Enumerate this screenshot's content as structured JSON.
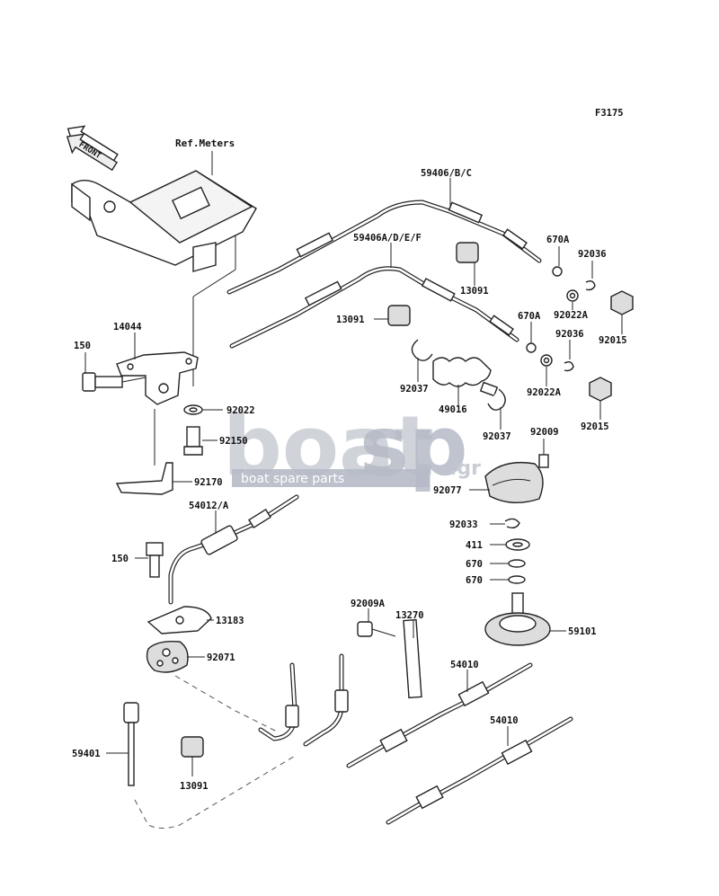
{
  "figure_code": "F3175",
  "front_label": "FRONT",
  "ref_meters": "Ref.Meters",
  "watermark": {
    "brand_a": "boat",
    "brand_b": "sp",
    "tld": ".gr",
    "tagline": "boat spare parts"
  },
  "parts": [
    {
      "id": "p59406bc",
      "number": "59406/B/C"
    },
    {
      "id": "p59406adef",
      "number": "59406A/D/E/F"
    },
    {
      "id": "p670a_1",
      "number": "670A"
    },
    {
      "id": "p92036_1",
      "number": "92036"
    },
    {
      "id": "p13091_1",
      "number": "13091"
    },
    {
      "id": "p92022a_1",
      "number": "92022A"
    },
    {
      "id": "p92015_1",
      "number": "92015"
    },
    {
      "id": "p13091_2",
      "number": "13091"
    },
    {
      "id": "p670a_2",
      "number": "670A"
    },
    {
      "id": "p92036_2",
      "number": "92036"
    },
    {
      "id": "p14044",
      "number": "14044"
    },
    {
      "id": "p150_1",
      "number": "150"
    },
    {
      "id": "p92037_1",
      "number": "92037"
    },
    {
      "id": "p49016",
      "number": "49016"
    },
    {
      "id": "p92022a_2",
      "number": "92022A"
    },
    {
      "id": "p92015_2",
      "number": "92015"
    },
    {
      "id": "p92022",
      "number": "92022"
    },
    {
      "id": "p92150",
      "number": "92150"
    },
    {
      "id": "p92037_2",
      "number": "92037"
    },
    {
      "id": "p92009",
      "number": "92009"
    },
    {
      "id": "p92170",
      "number": "92170"
    },
    {
      "id": "p92077",
      "number": "92077"
    },
    {
      "id": "p54012a",
      "number": "54012/A"
    },
    {
      "id": "p92033",
      "number": "92033"
    },
    {
      "id": "p411",
      "number": "411"
    },
    {
      "id": "p150_2",
      "number": "150"
    },
    {
      "id": "p670_1",
      "number": "670"
    },
    {
      "id": "p670_2",
      "number": "670"
    },
    {
      "id": "p92009a",
      "number": "92009A"
    },
    {
      "id": "p13270",
      "number": "13270"
    },
    {
      "id": "p13183",
      "number": "13183"
    },
    {
      "id": "p59101",
      "number": "59101"
    },
    {
      "id": "p92071",
      "number": "92071"
    },
    {
      "id": "p54010_1",
      "number": "54010"
    },
    {
      "id": "p54010_2",
      "number": "54010"
    },
    {
      "id": "p59401",
      "number": "59401"
    },
    {
      "id": "p13091_3",
      "number": "13091"
    }
  ]
}
